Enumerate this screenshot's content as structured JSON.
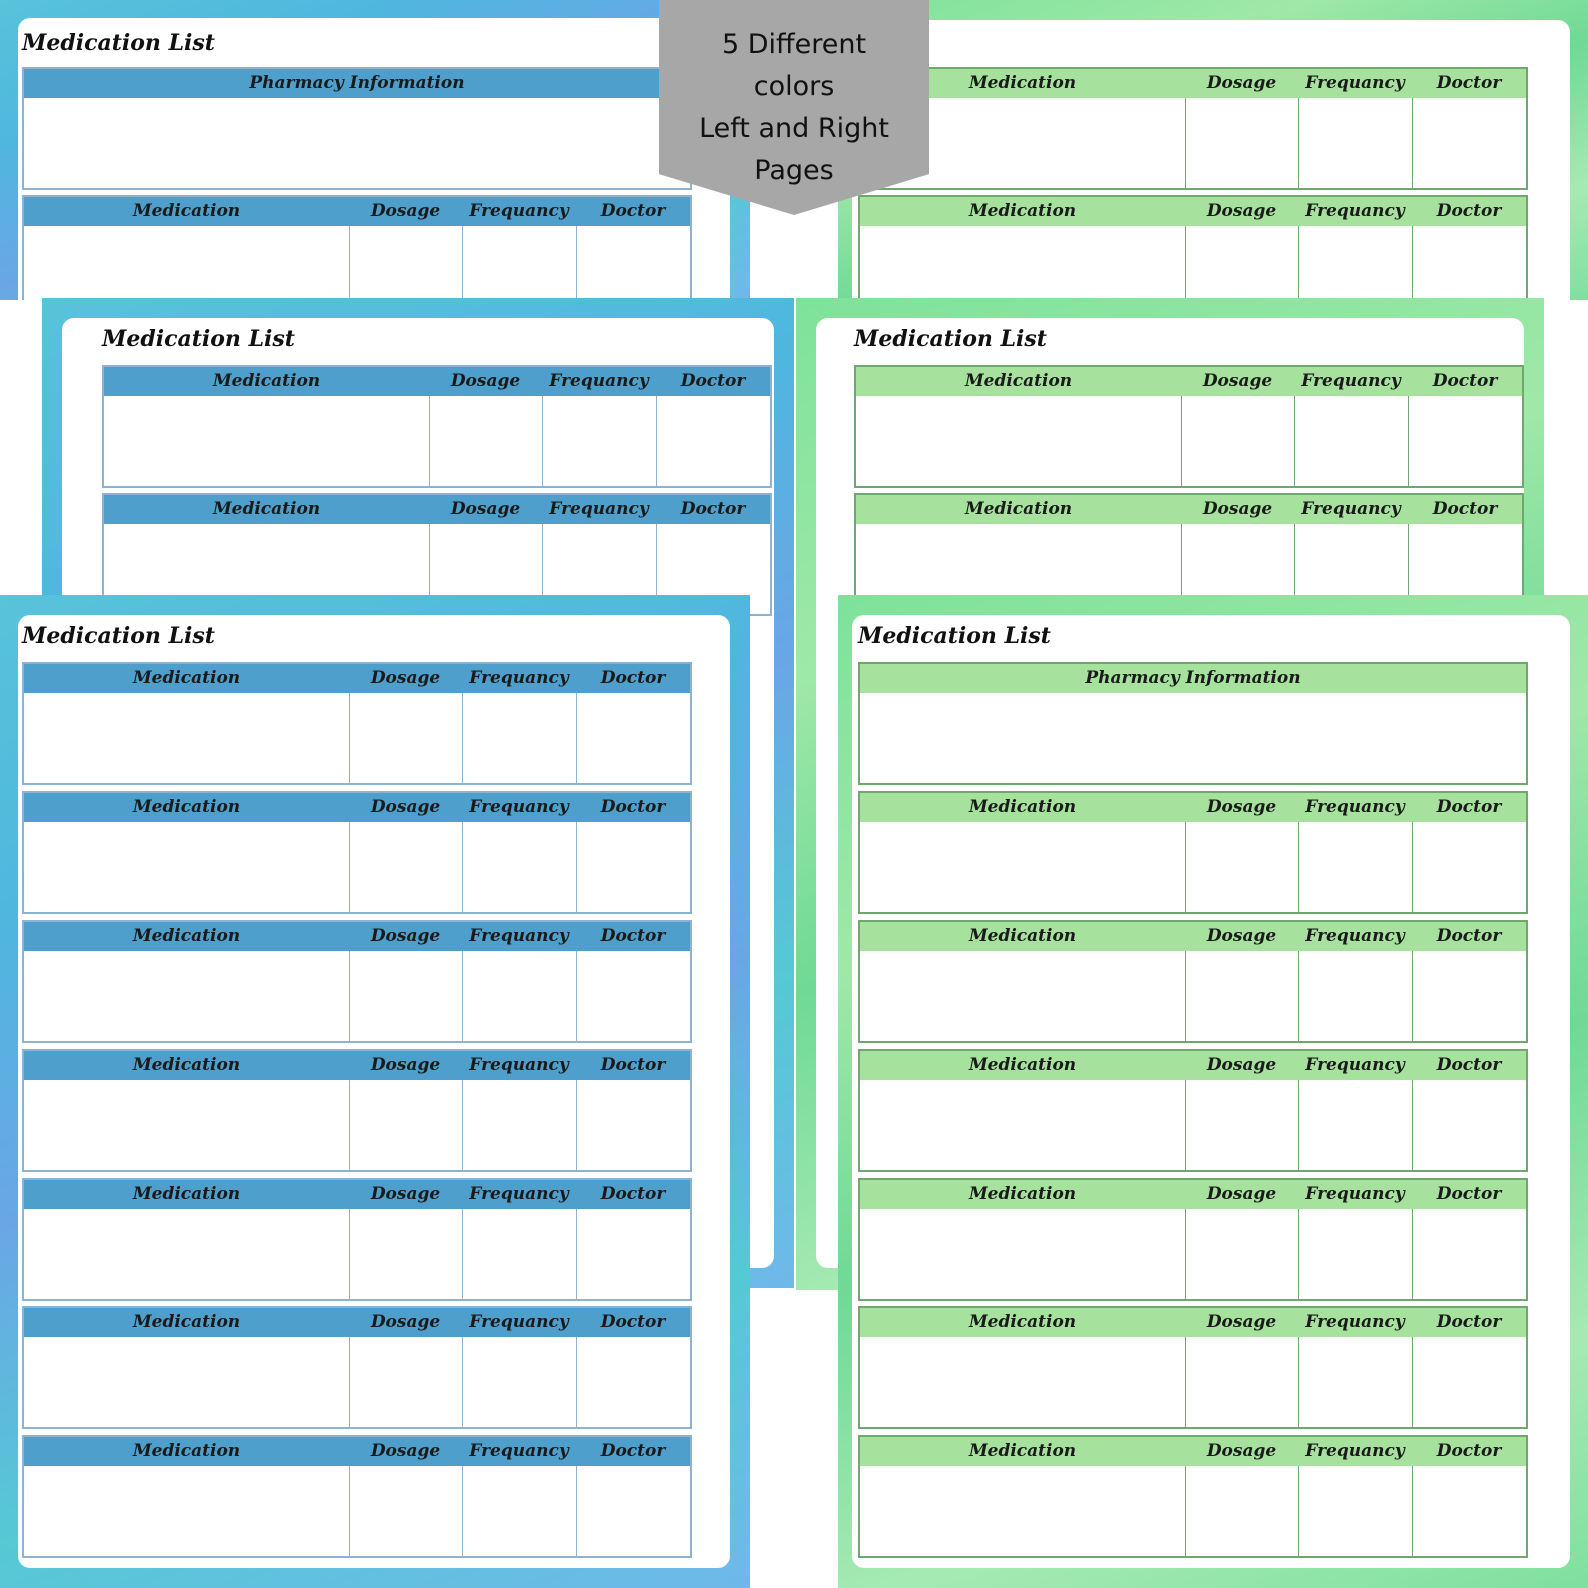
{
  "banner": {
    "line1": "5 Different",
    "line2": "colors",
    "line3": "Left and Right",
    "line4": "Pages"
  },
  "page_title": "Medication List",
  "pharmacy_header": "Pharmacy Information",
  "columns": {
    "medication": "Medication",
    "dosage": "Dosage",
    "frequency": "Frequancy",
    "doctor": "Doctor"
  },
  "colors": {
    "blue_header": "#4e9fcb",
    "blue_border": "#8db3d3",
    "green_header": "#a6e29e",
    "green_border": "#6fa86f",
    "banner": "#a7a7a7"
  }
}
